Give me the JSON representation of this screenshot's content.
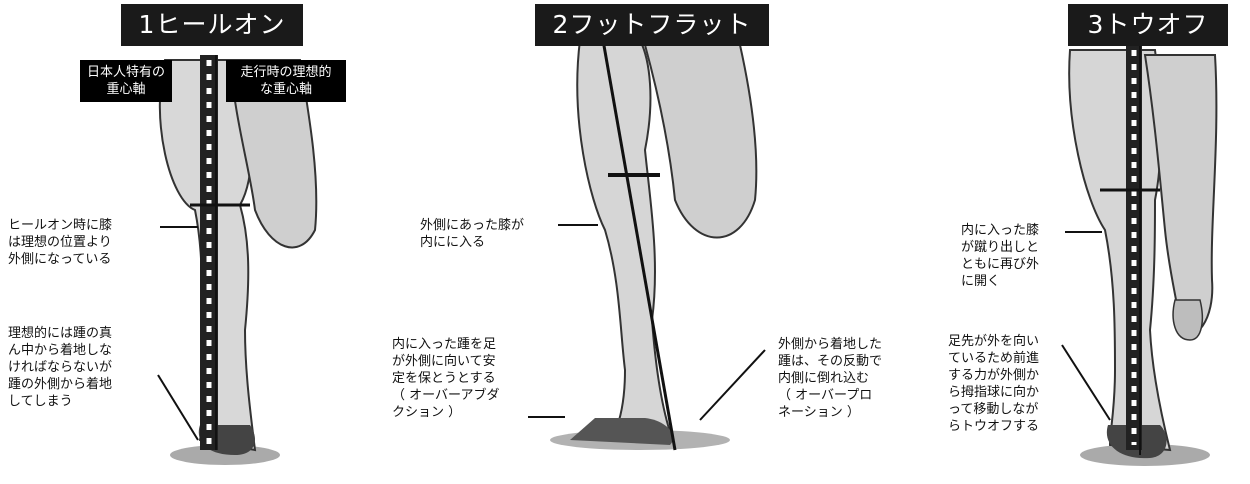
{
  "panels": [
    {
      "title": "1ヒールオン",
      "tags": [
        {
          "lines": [
            "日本人特有の",
            "重心軸"
          ]
        },
        {
          "lines": [
            "走行時の理想的",
            "な重心軸"
          ]
        }
      ],
      "notes": [
        {
          "lines": [
            "ヒールオン時に膝",
            "は理想の位置より",
            "外側になっている"
          ]
        },
        {
          "lines": [
            "理想的には踵の真",
            "ん中から着地しな",
            "ければならないが",
            "踵の外側から着地",
            "してしまう"
          ]
        }
      ]
    },
    {
      "title": "2フットフラット",
      "notes": [
        {
          "lines": [
            "外側にあった膝が",
            "内にに入る"
          ]
        },
        {
          "lines": [
            "内に入った踵を足",
            "が外側に向いて安",
            "定を保とうとする",
            "（ オーバーアブダ",
            "クション ）"
          ]
        },
        {
          "lines": [
            "外側から着地した",
            "踵は、その反動で",
            "内側に倒れ込む",
            "（ オーバープロ",
            "ネーション ）"
          ]
        }
      ]
    },
    {
      "title": "3トウオフ",
      "notes": [
        {
          "lines": [
            "内に入った膝",
            "が蹴り出しと",
            "ともに再び外",
            "に開く"
          ]
        },
        {
          "lines": [
            "足先が外を向い",
            "ているため前進",
            "する力が外側か",
            "ら拇指球に向か",
            "って移動しなが",
            "らトウオフする"
          ]
        }
      ]
    }
  ],
  "colors": {
    "banner": "#1a1a1a",
    "tag": "#000000",
    "sketch": "#333333"
  }
}
